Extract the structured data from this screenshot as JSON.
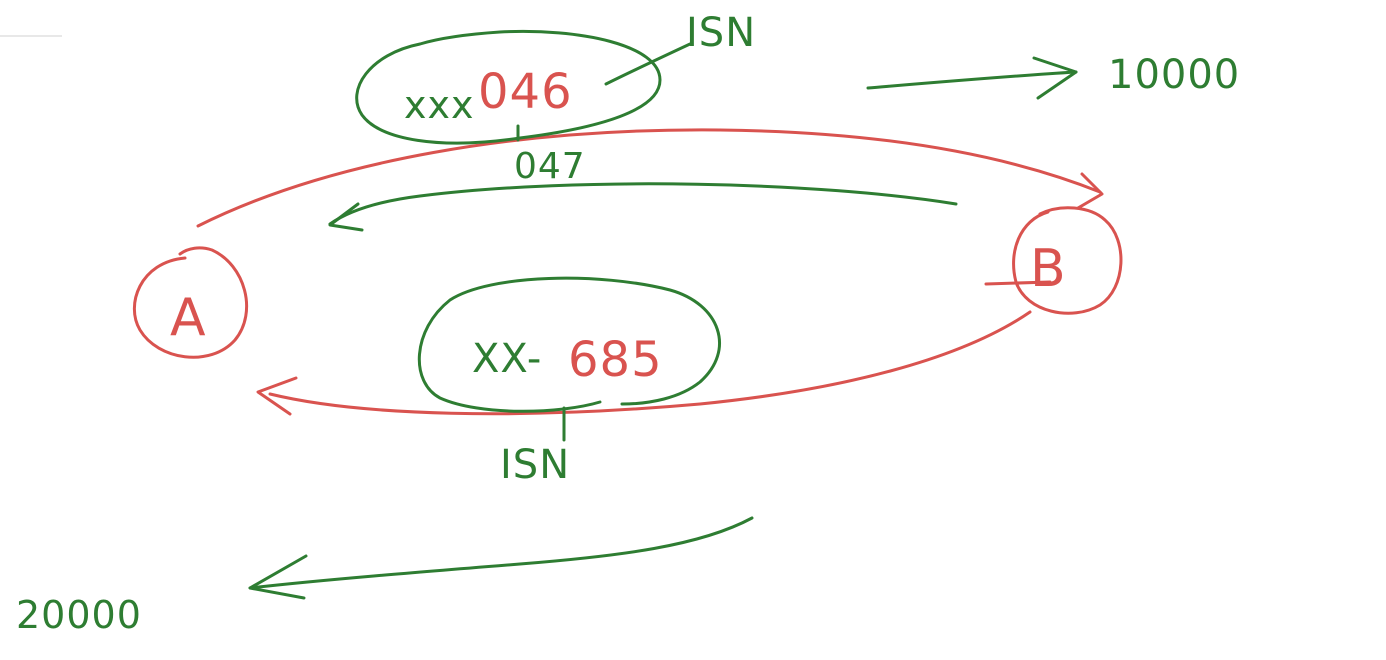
{
  "colors": {
    "green": "#2e7d32",
    "red": "#d9534f",
    "background": "#ffffff"
  },
  "nodes": {
    "a_label": "A",
    "b_label": "B"
  },
  "top": {
    "seq_prefix": "xxx",
    "seq_suffix": "046",
    "isn_label": "ISN",
    "ack_label": "047",
    "window_value": "10000"
  },
  "bottom": {
    "seq_prefix": "XX-",
    "seq_suffix": "685",
    "isn_label": "ISN",
    "window_value": "20000"
  }
}
